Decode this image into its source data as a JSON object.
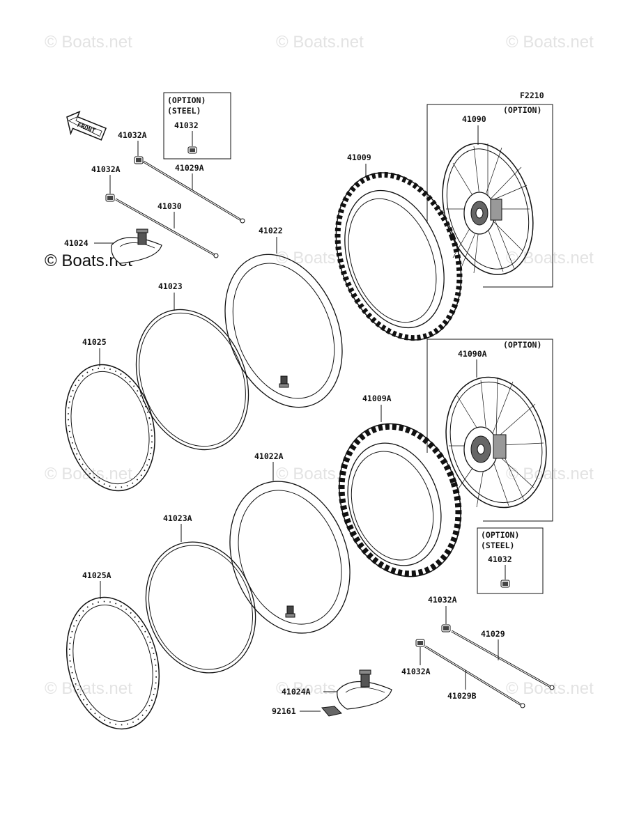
{
  "figure_code": "F2210",
  "front_label": "FRONT",
  "watermark": "© Boats.net",
  "option_boxes": {
    "top_steel": {
      "line1": "(OPTION)",
      "line2": "(STEEL)",
      "part": "41032"
    },
    "front_wheel": {
      "line1": "(OPTION)",
      "part": "41090"
    },
    "rear_wheel": {
      "line1": "(OPTION)",
      "part": "41090A"
    },
    "bottom_steel": {
      "line1": "(OPTION)",
      "line2": "(STEEL)",
      "part": "41032"
    }
  },
  "parts": {
    "p41032A_1": "41032A",
    "p41032A_2": "41032A",
    "p41029A": "41029A",
    "p41030": "41030",
    "p41024": "41024",
    "p41022": "41022",
    "p41009": "41009",
    "p41023": "41023",
    "p41025": "41025",
    "p41009A": "41009A",
    "p41022A": "41022A",
    "p41023A": "41023A",
    "p41025A": "41025A",
    "p41032A_3": "41032A",
    "p41029": "41029",
    "p41032A_4": "41032A",
    "p41029B": "41029B",
    "p41024A": "41024A",
    "p92161": "92161"
  },
  "icons": [
    "front-arrow-icon",
    "spoke-wheel-icon",
    "knobby-tire-icon",
    "tube-icon",
    "rim-band-icon",
    "rim-icon",
    "spoke-icon",
    "nipple-icon",
    "valve-icon",
    "rim-lock-icon"
  ]
}
